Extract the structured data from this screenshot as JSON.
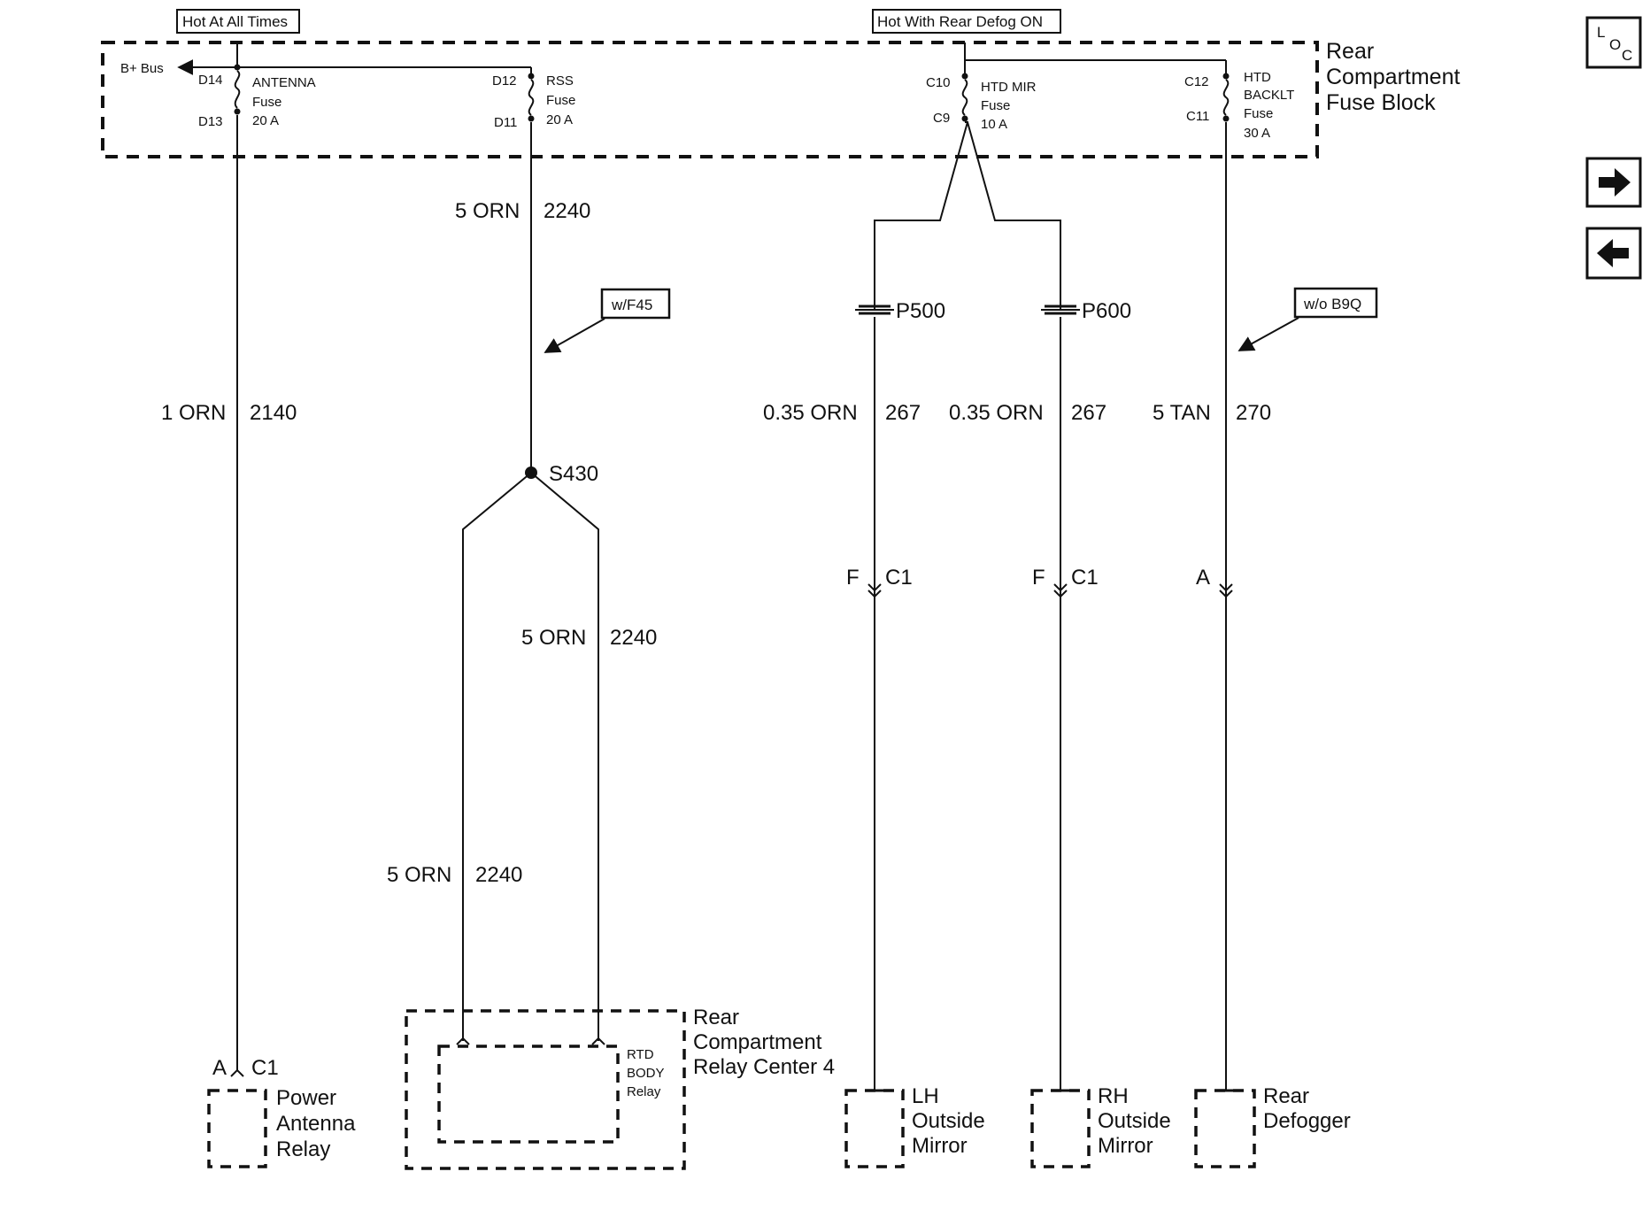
{
  "header": {
    "hot_all_times": "Hot At All Times",
    "hot_defog": "Hot With Rear Defog ON"
  },
  "fuse_block": {
    "title_lines": [
      "Rear",
      "Compartment",
      "Fuse Block"
    ],
    "bplus": "B+ Bus",
    "fuses": [
      {
        "in": "D14",
        "out": "D13",
        "lines": [
          "ANTENNA",
          "Fuse",
          "20 A"
        ]
      },
      {
        "in": "D12",
        "out": "D11",
        "lines": [
          "RSS",
          "Fuse",
          "20 A"
        ]
      },
      {
        "in": "C10",
        "out": "C9",
        "lines": [
          "HTD MIR",
          "Fuse",
          "10 A"
        ]
      },
      {
        "in": "C12",
        "out": "C11",
        "lines": [
          "HTD",
          "BACKLT",
          "Fuse",
          "30 A"
        ]
      }
    ]
  },
  "wires": {
    "antenna": {
      "gauge_color": "1 ORN",
      "circuit": "2140"
    },
    "rss_top": {
      "gauge_color": "5 ORN",
      "circuit": "2240"
    },
    "rss_right": {
      "gauge_color": "5 ORN",
      "circuit": "2240"
    },
    "rss_left": {
      "gauge_color": "5 ORN",
      "circuit": "2240"
    },
    "lh_mirror": {
      "gauge_color": "0.35 ORN",
      "circuit": "267"
    },
    "rh_mirror": {
      "gauge_color": "0.35 ORN",
      "circuit": "267"
    },
    "defogger": {
      "gauge_color": "5 TAN",
      "circuit": "270"
    }
  },
  "splice": "S430",
  "pass_throughs": [
    "P500",
    "P600"
  ],
  "options": {
    "wf45": "w/F45",
    "wob9q": "w/o B9Q"
  },
  "connectors": {
    "antenna": {
      "pin": "A",
      "conn": "C1"
    },
    "lh": {
      "pin": "F",
      "conn": "C1"
    },
    "rh": {
      "pin": "F",
      "conn": "C1"
    },
    "defog": {
      "pin": "A"
    }
  },
  "components": {
    "power_antenna": [
      "Power",
      "Antenna",
      "Relay"
    ],
    "relay_center": [
      "Rear",
      "Compartment",
      "Relay Center 4"
    ],
    "rtd_body": [
      "RTD",
      "BODY",
      "Relay"
    ],
    "lh_mirror": [
      "LH",
      "Outside",
      "Mirror"
    ],
    "rh_mirror": [
      "RH",
      "Outside",
      "Mirror"
    ],
    "defogger": [
      "Rear",
      "Defogger"
    ]
  },
  "nav": {
    "loc": {
      "l": "L",
      "o": "O",
      "c": "C"
    },
    "next_icon": "arrow-right-icon",
    "prev_icon": "arrow-left-icon"
  }
}
